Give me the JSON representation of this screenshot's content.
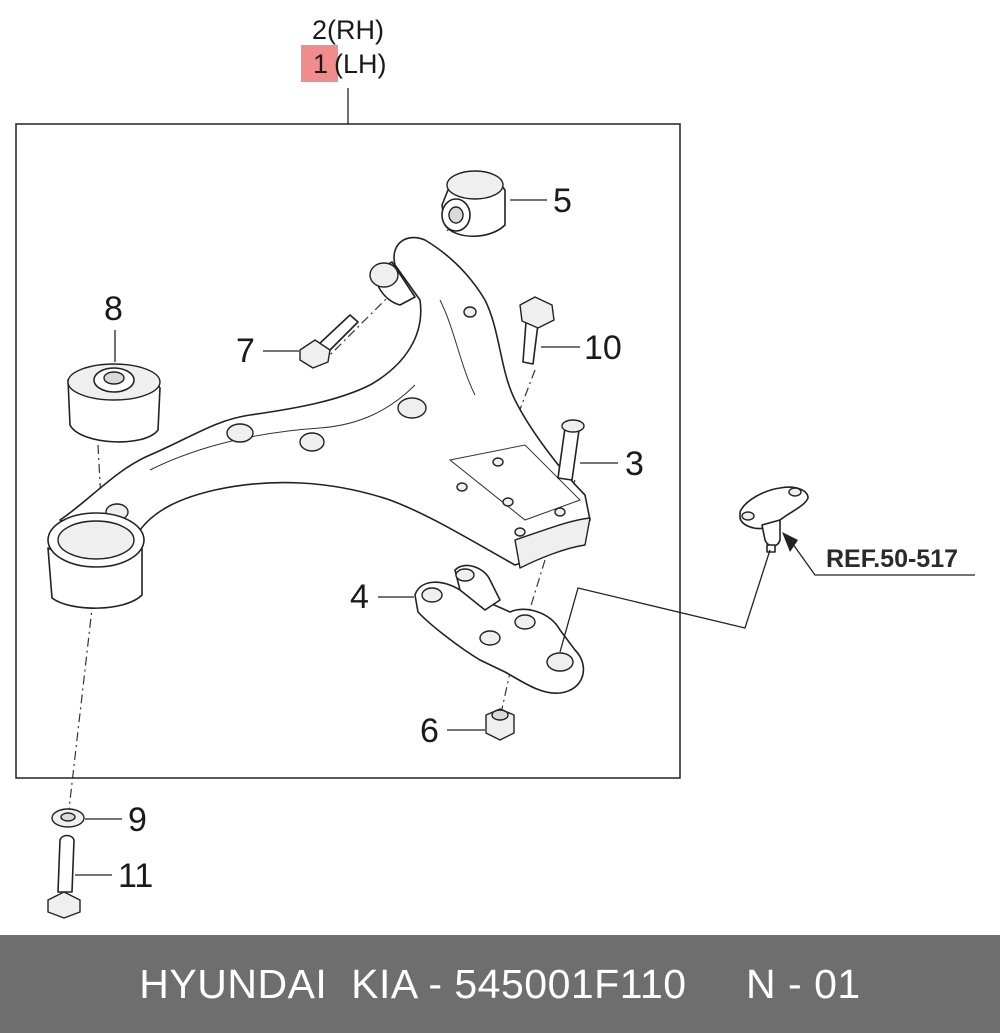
{
  "diagram": {
    "callouts": {
      "rh": "2(RH)",
      "lh_number": "1",
      "lh_side": "(LH)",
      "p3": "3",
      "p4": "4",
      "p5": "5",
      "p6": "6",
      "p7": "7",
      "p8": "8",
      "p9": "9",
      "p10": "10",
      "p11": "11"
    },
    "reference": "REF.50-517",
    "highlight_color": "#f08c8c"
  },
  "footer": {
    "text": "HYUNDAI  KIA - 545001F110     N - 01",
    "background": "#6e6e6e",
    "color": "#ffffff"
  }
}
